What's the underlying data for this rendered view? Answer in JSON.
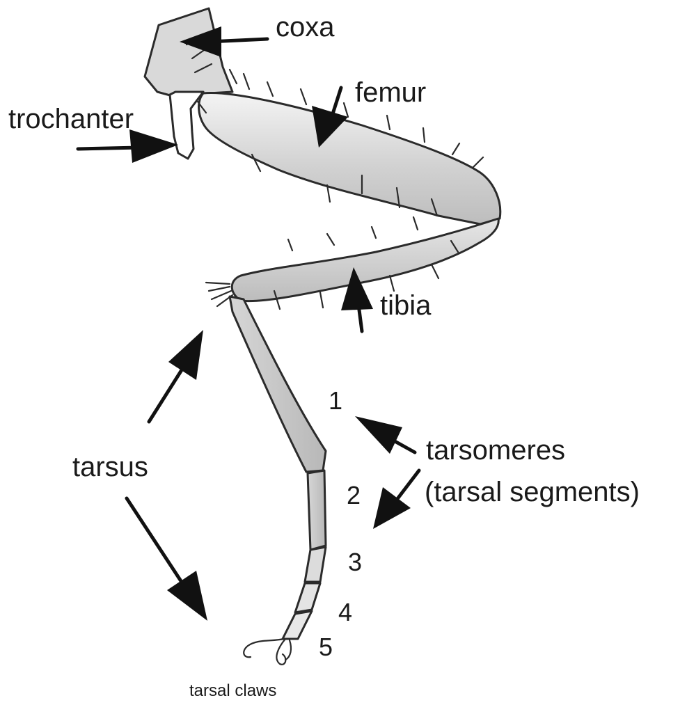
{
  "labels": {
    "coxa": "coxa",
    "femur": "femur",
    "trochanter": "trochanter",
    "tibia": "tibia",
    "tarsus": "tarsus",
    "tarsomeres": "tarsomeres",
    "tarsal_segments": "(tarsal segments)",
    "tarsal_claws": "tarsal claws",
    "segment_numbers": [
      "1",
      "2",
      "3",
      "4",
      "5"
    ]
  },
  "colors": {
    "outline": "#2b2b2b",
    "fill_light": "#eeeeee",
    "fill_dark": "#c4c4c4",
    "arrow": "#111111",
    "background": "#ffffff"
  }
}
